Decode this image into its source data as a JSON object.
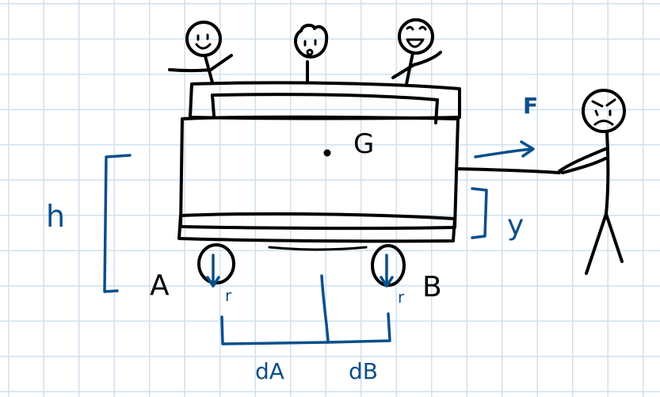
{
  "colors": {
    "ink": "#000000",
    "blue": "#0b4f8a",
    "grid": "#cfe1ef"
  },
  "labels": {
    "center_of_mass": "G",
    "force": "F",
    "height": "h",
    "force_height": "y",
    "wheel_a": "A",
    "wheel_b": "B",
    "radius_a": "r",
    "radius_b": "r",
    "distance_a": "dA",
    "distance_b": "dB"
  },
  "figures": {
    "riders": [
      {
        "expression": "happy"
      },
      {
        "expression": "surprised"
      },
      {
        "expression": "excited"
      }
    ],
    "puller": {
      "expression": "angry"
    }
  }
}
